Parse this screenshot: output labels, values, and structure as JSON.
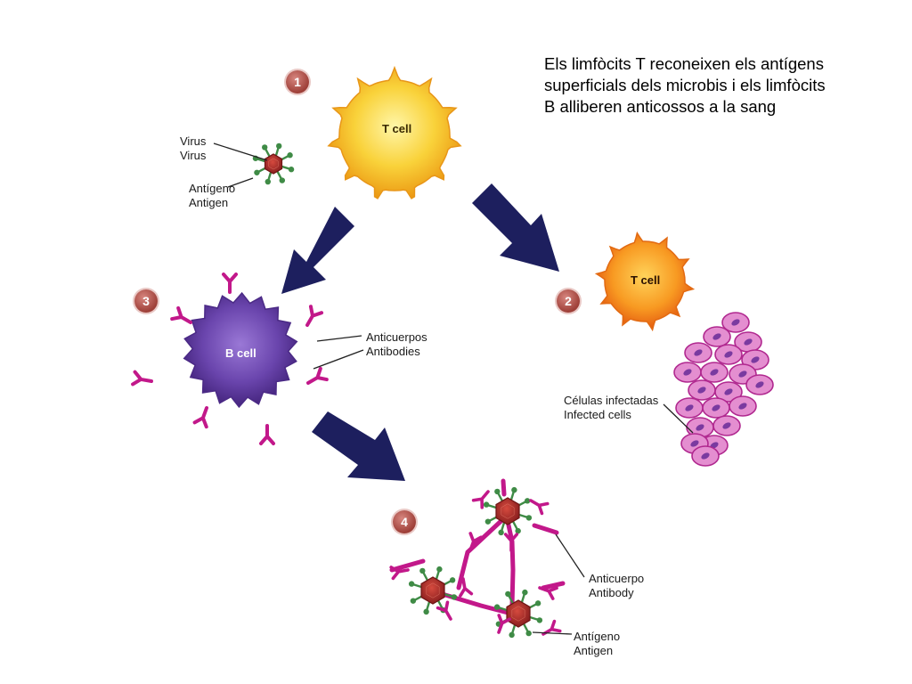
{
  "caption": {
    "line1": "Els limfòcits T reconeixen els antígens",
    "line2": "superficials dels microbis i els limfòcits",
    "line3": "B alliberen anticossos a la sang"
  },
  "steps": {
    "step1": "1",
    "step2": "2",
    "step3": "3",
    "step4": "4"
  },
  "cells": {
    "t_cell_main": "T cell",
    "t_cell_small": "T cell",
    "b_cell": "B cell"
  },
  "labels": {
    "virus_es": "Virus",
    "virus_en": "Virus",
    "antigen_es": "Antígeno",
    "antigen_en": "Antigen",
    "antibodies_es": "Anticuerpos",
    "antibodies_en": "Antibodies",
    "infected_es": "Células infectadas",
    "infected_en": "Infected cells",
    "antibody_es": "Anticuerpo",
    "antibody_en": "Antibody",
    "antigen2_es": "Antígeno",
    "antigen2_en": "Antigen"
  },
  "colors": {
    "t_cell": "#f7c21d",
    "t_cell_small": "#f58a1a",
    "b_cell": "#6a3d9e",
    "arrow": "#1d1f5e",
    "virus": "#a82a2a",
    "antigen_spike": "#3f8b46",
    "antibody": "#c2188a",
    "infected_cell": "#e48ed0"
  }
}
